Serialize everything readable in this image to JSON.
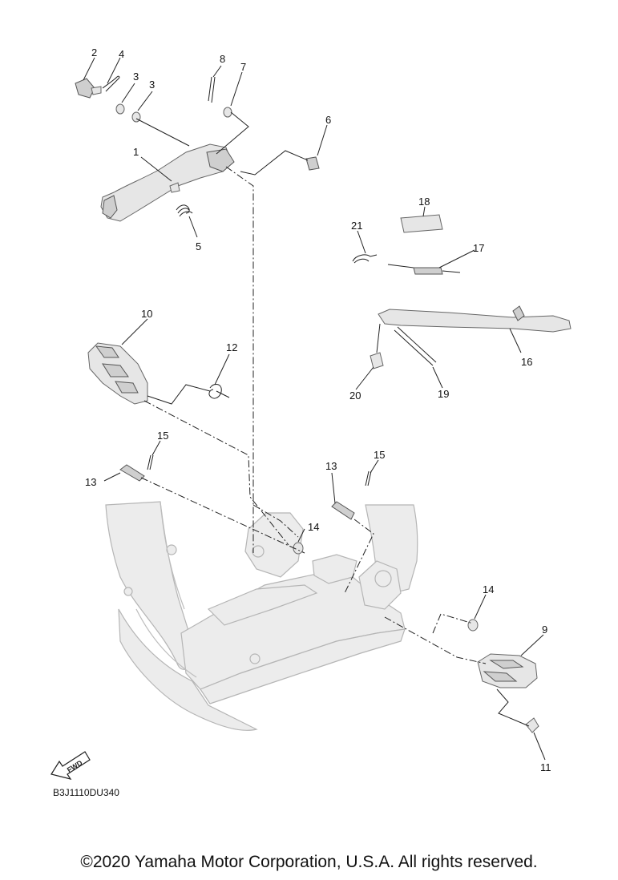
{
  "diagram": {
    "code": "B3J1110DU340",
    "fwd_label": "FWD",
    "callouts": {
      "c1": "1",
      "c2": "2",
      "c3a": "3",
      "c3b": "3",
      "c4": "4",
      "c5": "5",
      "c6": "6",
      "c7": "7",
      "c8": "8",
      "c9": "9",
      "c10": "10",
      "c11": "11",
      "c12": "12",
      "c13a": "13",
      "c13b": "13",
      "c14a": "14",
      "c14b": "14",
      "c15a": "15",
      "c15b": "15",
      "c16": "16",
      "c17": "17",
      "c18": "18",
      "c19": "19",
      "c20": "20",
      "c21": "21"
    }
  },
  "footer": {
    "copyright": "©2020 Yamaha Motor Corporation, U.S.A. All rights reserved."
  }
}
